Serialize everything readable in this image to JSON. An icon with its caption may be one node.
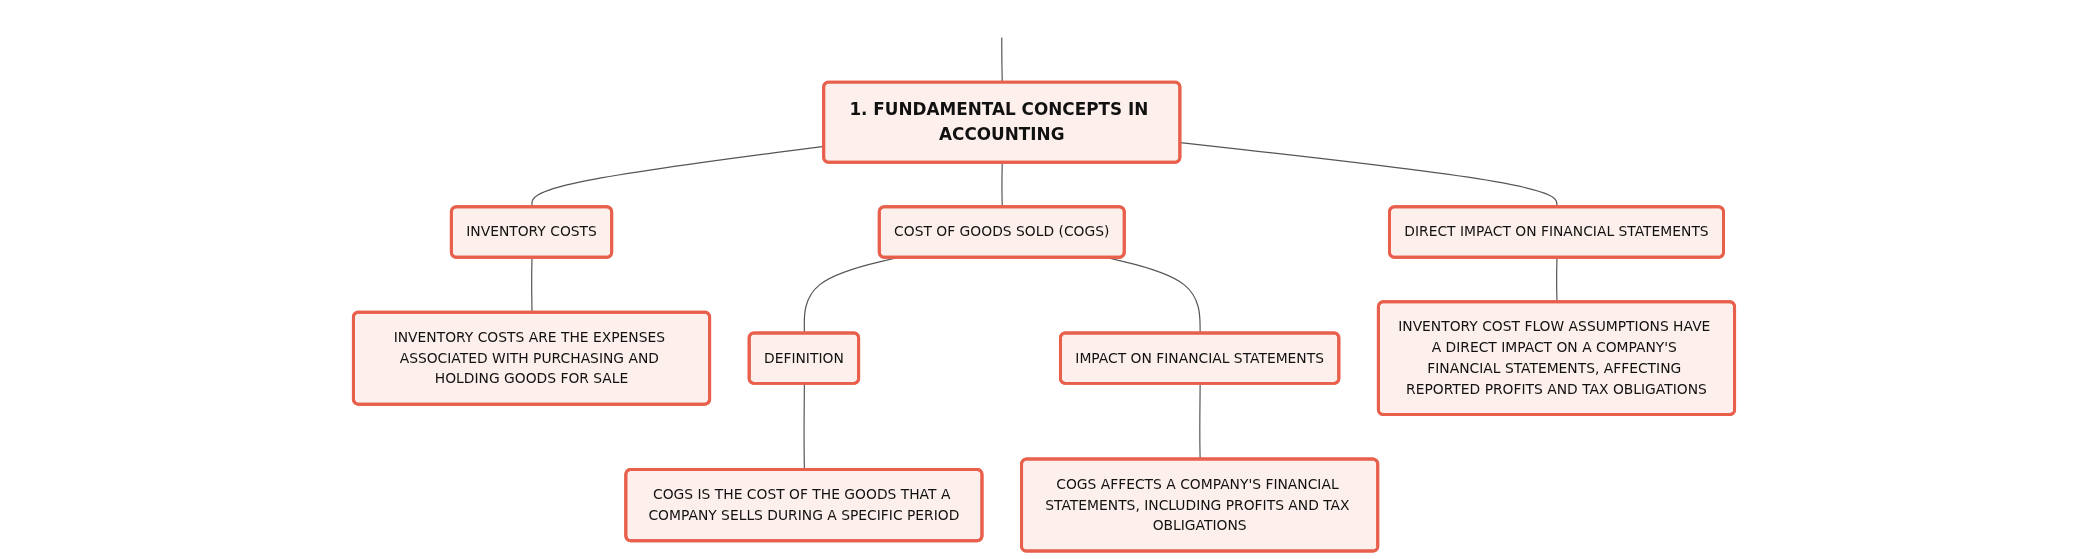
{
  "diagram": {
    "nodes": [
      {
        "text": [
          "1. FUNDAMENTAL CONCEPTS IN ACCOUNTING"
        ]
      },
      {
        "text": [
          "INVENTORY COSTS"
        ]
      },
      {
        "text": [
          "COST OF GOODS SOLD (COGS)"
        ]
      },
      {
        "text": [
          "DIRECT IMPACT ON FINANCIAL STATEMENTS"
        ]
      },
      {
        "text": [
          "INVENTORY COSTS ARE THE EXPENSES ASSOCIATED WITH PURCHASING AND HOLDING GOODS FOR SALE"
        ]
      },
      {
        "text": [
          "DEFINITION"
        ]
      },
      {
        "text": [
          "IMPACT ON FINANCIAL STATEMENTS"
        ]
      },
      {
        "text": [
          "COGS IS THE COST OF THE GOODS THAT A COMPANY SELLS DURING A SPECIFIC PERIOD"
        ]
      },
      {
        "text": [
          "COGS AFFECTS A COMPANY'S FINANCIAL STATEMENTS, INCLUDING PROFITS AND TAX OBLIGATIONS"
        ]
      },
      {
        "text": [
          "INVENTORY COST FLOW ASSUMPTIONS HAVE A DIRECT IMPACT ON A COMPANY'S FINANCIAL STATEMENTS, AFFECTING REPORTED PROFITS AND TAX OBLIGATIONS"
        ]
      }
    ],
    "edges": [
      {
        "from": null,
        "to": 0,
        "arrow": "none"
      },
      {
        "from": 0,
        "to": 1,
        "arrow": "none"
      },
      {
        "from": 0,
        "to": 2,
        "arrow": "none"
      },
      {
        "from": 0,
        "to": 3,
        "arrow": "none"
      },
      {
        "from": 1,
        "to": 4,
        "arrow": "none"
      },
      {
        "from": 2,
        "to": 5,
        "arrow": "none"
      },
      {
        "from": 2,
        "to": 6,
        "arrow": "none"
      },
      {
        "from": 5,
        "to": 7,
        "arrow": "none"
      },
      {
        "from": 6,
        "to": 8,
        "arrow": "none"
      },
      {
        "from": 3,
        "to": 9,
        "arrow": "none"
      }
    ]
  }
}
